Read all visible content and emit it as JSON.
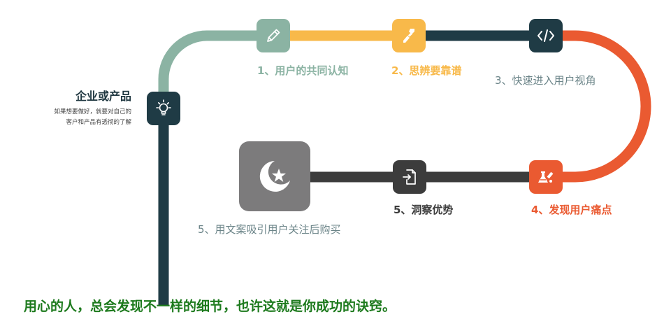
{
  "colors": {
    "teal": "#8bb3a3",
    "yellow": "#f8b94a",
    "dark": "#1f3b45",
    "orange": "#ea5a31",
    "gray_dark": "#3c3c3c",
    "gray": "#7c7b7c",
    "label_gray": "#6b8488",
    "green": "#1d7a1d"
  },
  "start": {
    "title": "企业或产品",
    "desc_line1": "如果想要做好，就要对自己的",
    "desc_line2": "客户和产品有透彻的了解",
    "icon": "lightbulb-icon"
  },
  "steps": [
    {
      "label": "1、用户的共同认知",
      "icon": "pencil-icon"
    },
    {
      "label": "2、思辨要靠谱",
      "icon": "paint-brush-icon"
    },
    {
      "label": "3、快速进入用户视角",
      "icon": "code-icon"
    },
    {
      "label": "4、发现用户痛点",
      "icon": "flask-icon"
    },
    {
      "label": "5、洞察优势",
      "icon": "sign-in-icon"
    },
    {
      "label": "5、用文案吸引用户关注后购买",
      "icon": "star-crescent-icon"
    }
  ],
  "footer": "用心的人，总会发现不一样的细节，也许这就是你成功的诀窍。"
}
